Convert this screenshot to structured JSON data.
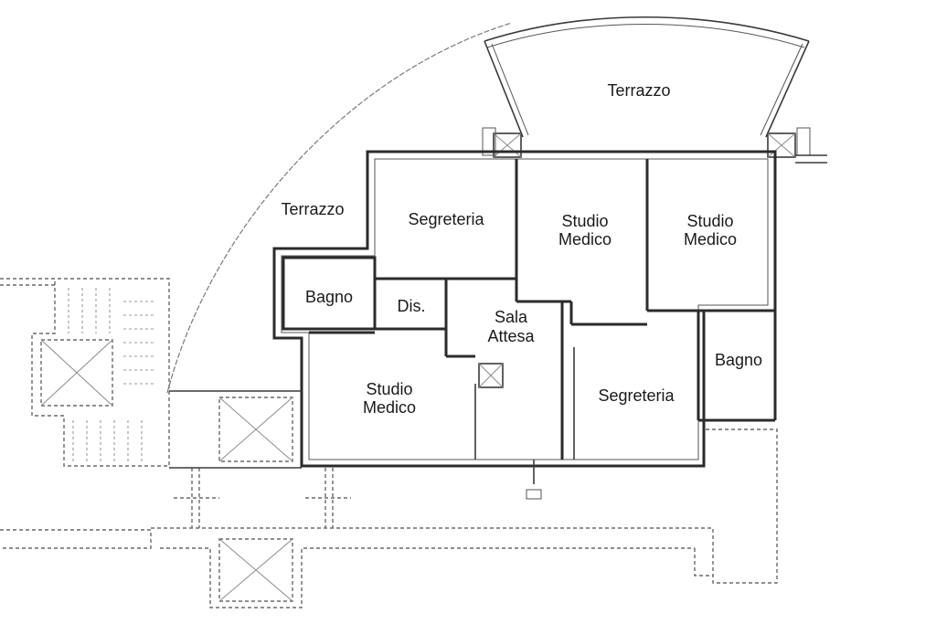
{
  "rooms": {
    "terrazzo_top": "Terrazzo",
    "terrazzo_left": "Terrazzo",
    "segreteria_top": "Segreteria",
    "studio_medico_1": [
      "Studio",
      "Medico"
    ],
    "studio_medico_2": [
      "Studio",
      "Medico"
    ],
    "bagno_left": "Bagno",
    "dis": "Dis.",
    "sala_attesa": [
      "Sala",
      "Attesa"
    ],
    "studio_medico_3": [
      "Studio",
      "Medico"
    ],
    "segreteria_right": "Segreteria",
    "bagno_right": "Bagno"
  }
}
